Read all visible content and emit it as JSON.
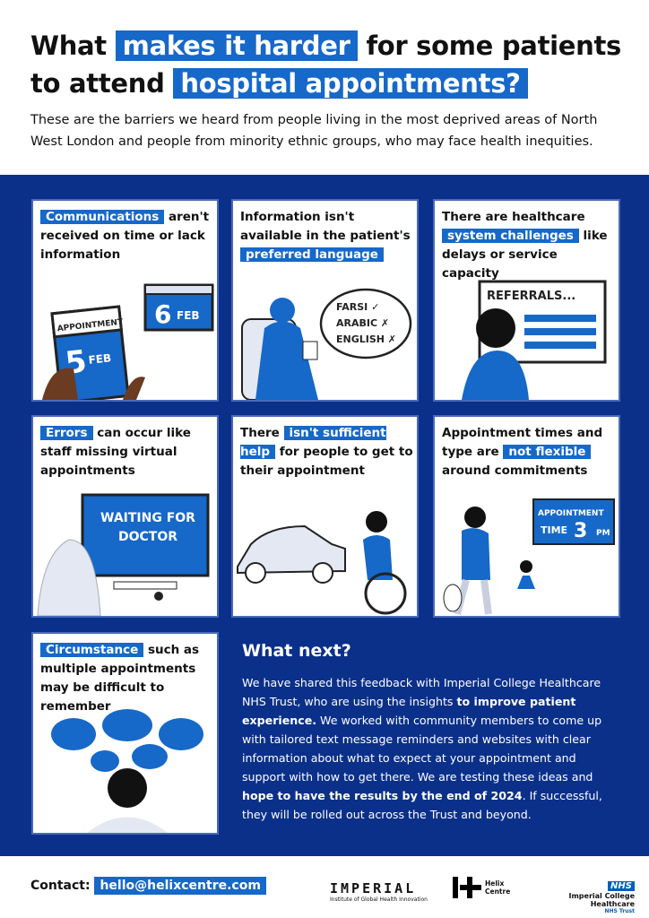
{
  "header": {
    "title_1": "What",
    "title_hl_1": "makes it harder",
    "title_2": "for some patients",
    "title_3": "to attend",
    "title_hl_2": "hospital appointments?",
    "intro": "These are the barriers we heard from people living in the most deprived areas of North West London and people from minority ethnic groups, who may face health inequities."
  },
  "cards": [
    {
      "pre": "",
      "hl": "Communications",
      "post": " aren't received on time or lack information",
      "art": [
        "APPOINTMENT",
        "5",
        "FEB",
        "6",
        "FEB"
      ]
    },
    {
      "pre": "Information isn't available in the patient's ",
      "hl": "preferred language",
      "post": "",
      "art": [
        "FARSI ✓",
        "ARABIC ✗",
        "ENGLISH ✗"
      ]
    },
    {
      "pre": "There are healthcare ",
      "hl": "system challenges",
      "post": " like delays or service capacity",
      "art": [
        "REFERRALS..."
      ]
    },
    {
      "pre": "",
      "hl": "Errors",
      "post": " can occur like staff missing virtual appointments",
      "art": [
        "WAITING FOR",
        "DOCTOR"
      ]
    },
    {
      "pre": "There ",
      "hl": "isn't sufficient help",
      "post": " for people to get to their appointment",
      "art": []
    },
    {
      "pre": "Appointment times and type are ",
      "hl": "not flexible",
      "post": " around commitments",
      "art": [
        "APPOINTMENT",
        "TIME",
        "3",
        "PM"
      ]
    },
    {
      "pre": "",
      "hl": "Circumstance",
      "post": " such as multiple appointments may be difficult to remember",
      "art": []
    }
  ],
  "next": {
    "title": "What next?",
    "p1": "We have shared this feedback with Imperial College Healthcare NHS Trust, who are using the insights ",
    "b1": "to improve patient experience.",
    "p2": " We worked with community members to come up with tailored text message reminders and websites with clear information about what to expect at your appointment and support with how to get there. We are testing these ideas and ",
    "b2": "hope to have the results by the end of 2024",
    "p3": ". If successful, they will be rolled out across the Trust and beyond."
  },
  "footer": {
    "contact_label": "Contact:",
    "email": "hello@helixcentre.com",
    "imperial": "IMPERIAL",
    "imperial_sub": "Institute of Global Health Innovation",
    "helix": "Helix",
    "helix2": "Centre",
    "nhs": "NHS",
    "icht": "Imperial College Healthcare",
    "icht_sub": "NHS Trust"
  },
  "colors": {
    "navy": "#0b308a",
    "highlight": "#1668c9"
  }
}
